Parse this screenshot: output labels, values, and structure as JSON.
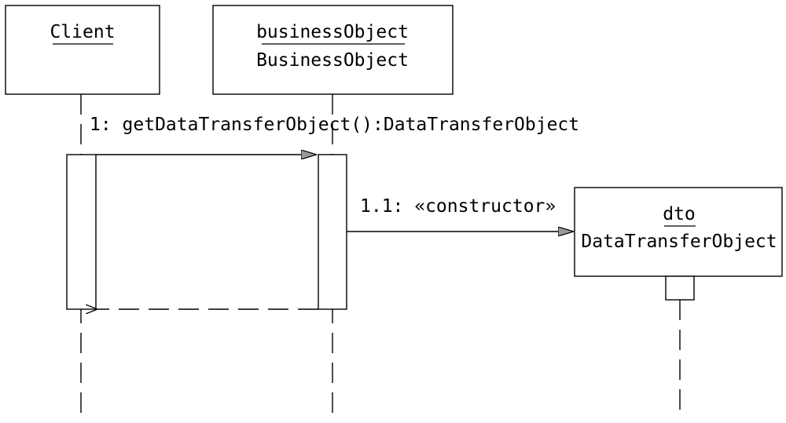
{
  "objects": {
    "client": {
      "name": "Client"
    },
    "business_object": {
      "name": "businessObject",
      "type": "BusinessObject"
    },
    "dto": {
      "name": "dto",
      "type": "DataTransferObject"
    }
  },
  "messages": {
    "m1": "1: getDataTransferObject():DataTransferObject",
    "m1_1": "1.1: «constructor»"
  }
}
